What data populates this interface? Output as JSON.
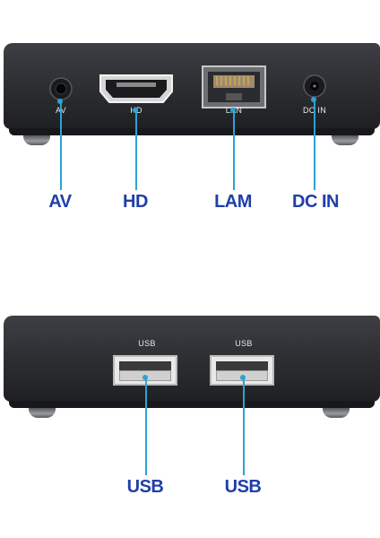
{
  "panel_top": {
    "port_labels": {
      "av": "AV",
      "hd": "HD",
      "lan": "LAN",
      "dc": "DC IN"
    },
    "callouts": {
      "av": "AV",
      "hd": "HD",
      "lan": "LAM",
      "dc": "DC IN"
    }
  },
  "panel_bottom": {
    "port_labels": {
      "usb1": "USB",
      "usb2": "USB"
    },
    "callouts": {
      "usb1": "USB",
      "usb2": "USB"
    }
  },
  "colors": {
    "callout_text": "#1f3fa8",
    "callout_line": "#2aa3d6",
    "device_body": "#2b2d31"
  },
  "icons": {
    "av": "av-jack-icon",
    "hd": "hdmi-port-icon",
    "lan": "ethernet-port-icon",
    "dc": "dc-power-jack-icon",
    "usb": "usb-port-icon"
  }
}
